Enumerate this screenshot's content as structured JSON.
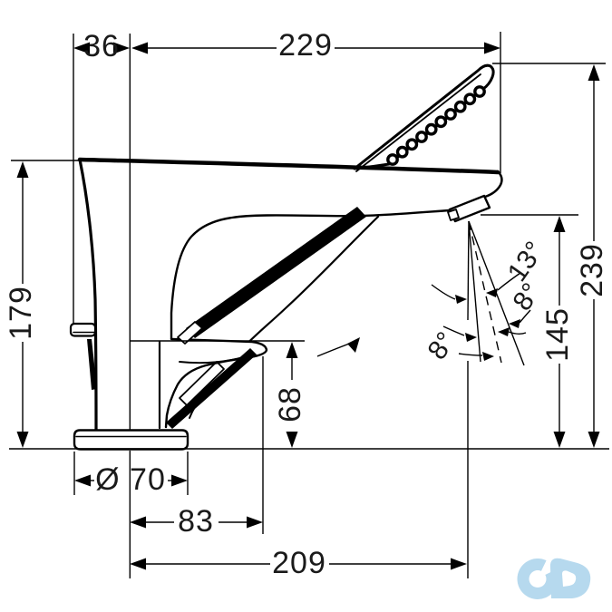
{
  "colors": {
    "ink": "#000000",
    "paper": "#ffffff",
    "watermark": "#b6d9ee"
  },
  "dimensions": {
    "d36": "36",
    "d229": "229",
    "d179": "179",
    "d239": "239",
    "d145": "145",
    "d68": "68",
    "dia70": "Ø 70",
    "d83": "83",
    "d209": "209"
  },
  "angles": {
    "a13": "13°",
    "a8_outer": "8°",
    "a8_inner": "8°"
  }
}
